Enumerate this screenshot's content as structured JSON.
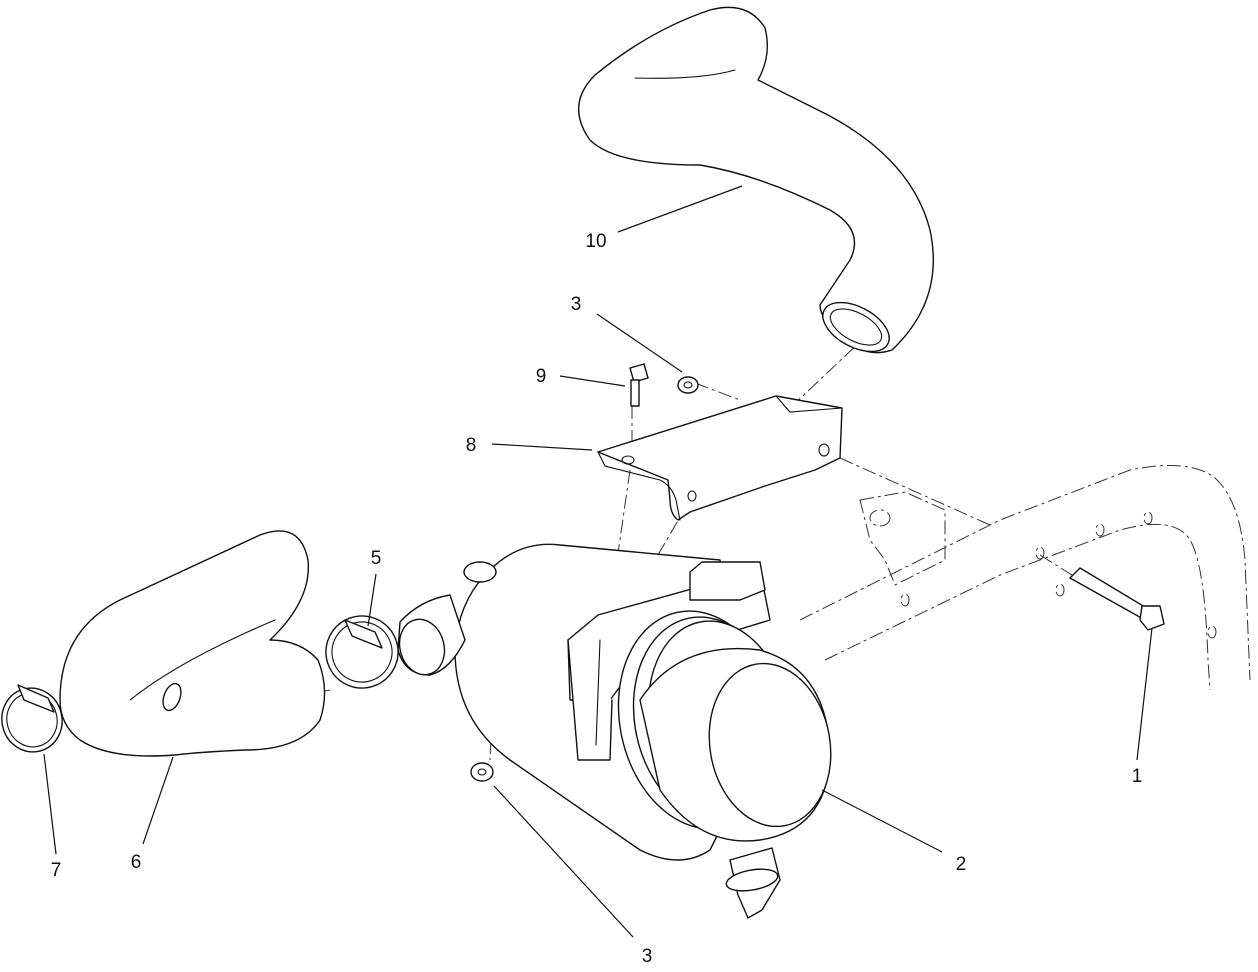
{
  "diagram": {
    "callouts": [
      {
        "id": "c1",
        "label": "1"
      },
      {
        "id": "c2",
        "label": "2"
      },
      {
        "id": "c3a",
        "label": "3"
      },
      {
        "id": "c3b",
        "label": "3"
      },
      {
        "id": "c5",
        "label": "5"
      },
      {
        "id": "c6",
        "label": "6"
      },
      {
        "id": "c7",
        "label": "7"
      },
      {
        "id": "c8",
        "label": "8"
      },
      {
        "id": "c9",
        "label": "9"
      },
      {
        "id": "c10",
        "label": "10"
      }
    ],
    "colors": {
      "line": "#111111",
      "background": "#ffffff"
    }
  }
}
